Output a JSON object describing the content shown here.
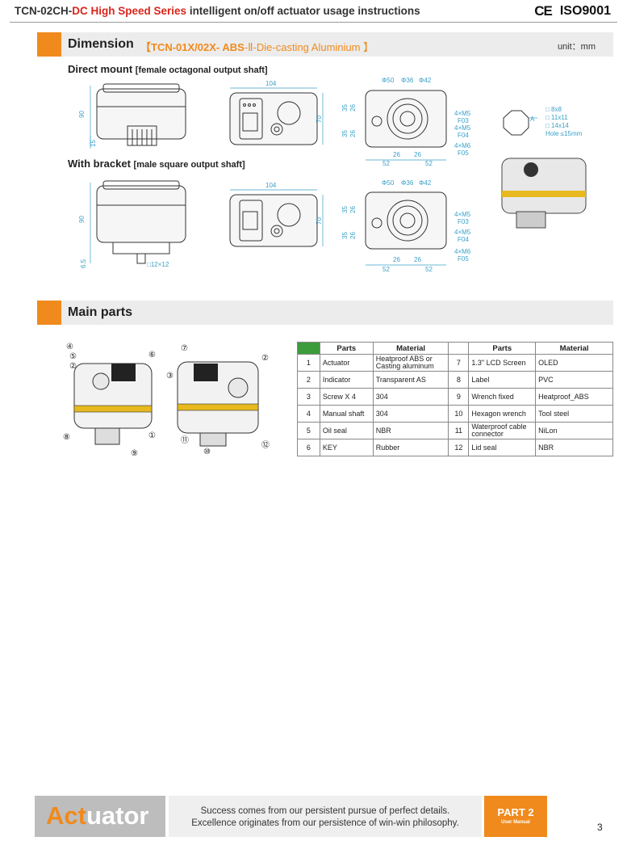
{
  "header": {
    "model": "TCN-02CH-",
    "series": "DC High Speed Series",
    "rest": " intelligent on/off  actuator usage instructions",
    "ce": "CE",
    "iso": "ISO9001"
  },
  "dimension": {
    "title": "Dimension",
    "subtitle_a": "【TCN-01X/02X- ABS",
    "subtitle_b": "-Ⅱ-Die-casting Aluminium 】",
    "unit": "unit：mm",
    "direct_mount": "Direct mount",
    "direct_mount_note": "[female octagonal output shaft]",
    "with_bracket": "With bracket",
    "with_bracket_note": "[male square output shaft]",
    "dims": {
      "d90": "90",
      "d15": "15",
      "d104": "104",
      "d70": "70",
      "d35": "35",
      "d26": "26",
      "d52": "52",
      "phi50": "Φ50",
      "phi36": "Φ36",
      "phi42": "Φ42",
      "m5a": "4×M5",
      "f03": "F03",
      "m5b": "4×M5",
      "f04": "F04",
      "m6": "4×M6",
      "f05": "F05",
      "d65": "6.5",
      "sq12": "□12×12",
      "a": "A"
    },
    "shaft_sizes": [
      "□    8x8",
      "□   11x11",
      "□   14x14",
      "Hole ≤15mm"
    ]
  },
  "main_parts": {
    "title": "Main parts",
    "callouts": [
      "④",
      "⑤",
      "②",
      "⑥",
      "③",
      "①",
      "⑧",
      "⑨",
      "⑦",
      "②",
      "⑪",
      "⑩",
      "⑫"
    ],
    "table_headers": [
      "Parts",
      "Material",
      "Parts",
      "Material"
    ],
    "rows": [
      {
        "n1": "1",
        "p1": "Actuator",
        "m1": "Heatproof ABS or  Casting aluminum",
        "n2": "7",
        "p2": "1.3\" LCD Screen",
        "m2": "OLED"
      },
      {
        "n1": "2",
        "p1": "Indicator",
        "m1": "Transparent AS",
        "n2": "8",
        "p2": "Label",
        "m2": "PVC"
      },
      {
        "n1": "3",
        "p1": "Screw X 4",
        "m1": "304",
        "n2": "9",
        "p2": "Wrench fixed",
        "m2": "Heatproof_ABS"
      },
      {
        "n1": "4",
        "p1": "Manual shaft",
        "m1": "304",
        "n2": "10",
        "p2": "Hexagon wrench",
        "m2": "Tool steel"
      },
      {
        "n1": "5",
        "p1": "Oil seal",
        "m1": "NBR",
        "n2": "11",
        "p2": "Waterproof cable connector",
        "m2": "NiLon"
      },
      {
        "n1": "6",
        "p1": "KEY",
        "m1": "Rubber",
        "n2": "12",
        "p2": "Lid seal",
        "m2": "NBR"
      }
    ]
  },
  "footer": {
    "brand_a": "Act",
    "brand_b": "uator",
    "line1": "Success comes from our persistent pursue of perfect details.",
    "line2": "Excellence originates from our persistence of win-win philosophy.",
    "part": "PART 2",
    "user_manual": "User Manual",
    "page": "3"
  },
  "colors": {
    "accent": "#f08a1c",
    "red": "#d9261c",
    "dimension_blue": "#3aa0c8",
    "table_green": "#3c9c3c"
  }
}
